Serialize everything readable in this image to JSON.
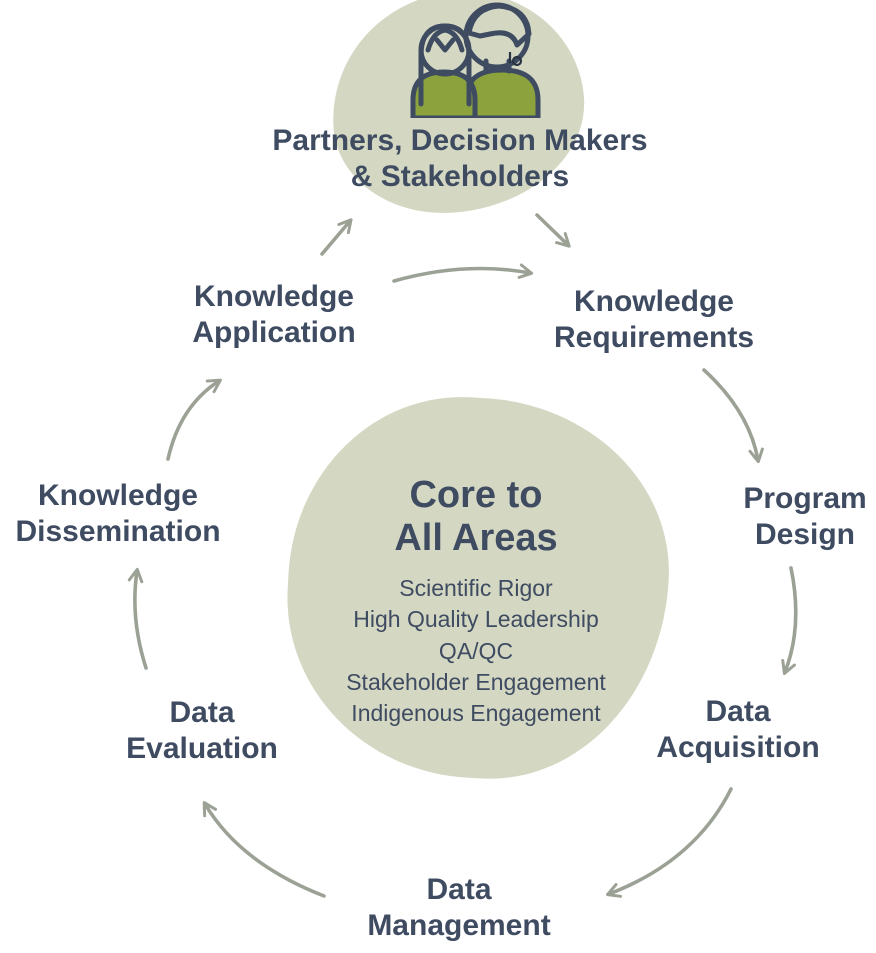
{
  "colors": {
    "sage_blob": "#d4d8c3",
    "olive_body": "#8ca33d",
    "navy_text": "#3e4b61",
    "arrow_gray": "#9ba295"
  },
  "icon": {
    "name": "two-people-icon",
    "description": "woman and man outline figures with olive green bodies"
  },
  "nodes": {
    "partners": {
      "line1": "Partners, Decision Makers",
      "line2": "& Stakeholders"
    },
    "knowledge_application": {
      "line1": "Knowledge",
      "line2": "Application"
    },
    "knowledge_requirements": {
      "line1": "Knowledge",
      "line2": "Requirements"
    },
    "program_design": {
      "line1": "Program",
      "line2": "Design"
    },
    "data_acquisition": {
      "line1": "Data",
      "line2": "Acquisition"
    },
    "data_management": {
      "line1": "Data",
      "line2": "Management"
    },
    "data_evaluation": {
      "line1": "Data",
      "line2": "Evaluation"
    },
    "knowledge_dissemination": {
      "line1": "Knowledge",
      "line2": "Dissemination"
    }
  },
  "core": {
    "title1": "Core to",
    "title2": "All Areas",
    "items": [
      "Scientific Rigor",
      "High Quality Leadership",
      "QA/QC",
      "Stakeholder Engagement",
      "Indigenous Engagement"
    ]
  },
  "connections": [
    {
      "from": "knowledge_application",
      "to": "partners"
    },
    {
      "from": "partners",
      "to": "knowledge_requirements"
    },
    {
      "from": "knowledge_application",
      "to": "knowledge_requirements"
    },
    {
      "from": "knowledge_requirements",
      "to": "program_design"
    },
    {
      "from": "program_design",
      "to": "data_acquisition"
    },
    {
      "from": "data_acquisition",
      "to": "data_management"
    },
    {
      "from": "data_management",
      "to": "data_evaluation"
    },
    {
      "from": "data_evaluation",
      "to": "knowledge_dissemination"
    },
    {
      "from": "knowledge_dissemination",
      "to": "knowledge_application"
    }
  ]
}
